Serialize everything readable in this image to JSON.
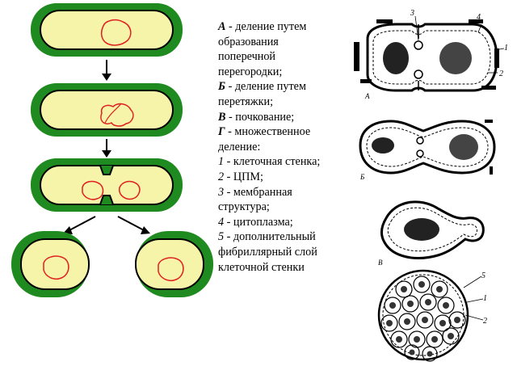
{
  "legend": [
    {
      "key": "А",
      "text": " - деление путем"
    },
    {
      "key": "",
      "text": "образования"
    },
    {
      "key": "",
      "text": "поперечной"
    },
    {
      "key": "",
      "text": "перегородки;"
    },
    {
      "key": "Б",
      "text": " - деление путем"
    },
    {
      "key": "",
      "text": "перетяжки;"
    },
    {
      "key": "В",
      "text": " - почкование;"
    },
    {
      "key": "Г",
      "text": " - множественное"
    },
    {
      "key": "",
      "text": "деление:"
    },
    {
      "num": "1",
      "text": " - клеточная стенка;"
    },
    {
      "num": "2",
      "text": " - ЦПМ;"
    },
    {
      "num": "3",
      "text": " - мембранная"
    },
    {
      "num": "",
      "text": "структура;"
    },
    {
      "num": "4",
      "text": " - цитоплазма;"
    },
    {
      "num": "5",
      "text": " - дополнительный"
    },
    {
      "num": "",
      "text": "фибриллярный слой"
    },
    {
      "num": "",
      "text": "клеточной стенки"
    }
  ],
  "figure_labels": {
    "a": "А",
    "b": "Б",
    "c": "В"
  },
  "part_numbers": {
    "n1": "1",
    "n2": "2",
    "n3": "3",
    "n4": "4",
    "n5": "5"
  },
  "colors": {
    "cell_wall": "#1f8a1f",
    "cytoplasm": "#f5f4a8",
    "outline": "#000000",
    "nucleoid": "#e02020"
  }
}
